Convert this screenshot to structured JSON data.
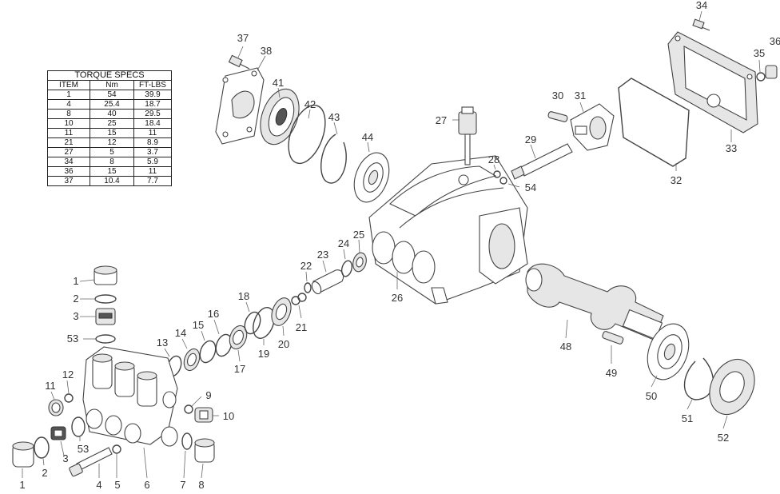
{
  "torque_table": {
    "title": "TORQUE SPECS",
    "headers": [
      "ITEM",
      "Nm",
      "FT-LBS"
    ],
    "rows": [
      [
        "1",
        "54",
        "39.9"
      ],
      [
        "4",
        "25.4",
        "18.7"
      ],
      [
        "8",
        "40",
        "29.5"
      ],
      [
        "10",
        "25",
        "18.4"
      ],
      [
        "11",
        "15",
        "11"
      ],
      [
        "21",
        "12",
        "8.9"
      ],
      [
        "27",
        "5",
        "3.7"
      ],
      [
        "34",
        "8",
        "5.9"
      ],
      [
        "36",
        "15",
        "11"
      ],
      [
        "37",
        "10.4",
        "7.7"
      ]
    ]
  },
  "labels": {
    "p1a": "1",
    "p2a": "2",
    "p3a": "3",
    "p53a": "53",
    "p11": "11",
    "p12": "12",
    "p53b": "53",
    "p3b": "3",
    "p1b": "1",
    "p2b": "2",
    "p4": "4",
    "p5": "5",
    "p6": "6",
    "p7": "7",
    "p8": "8",
    "p9": "9",
    "p10": "10",
    "p13": "13",
    "p14": "14",
    "p15": "15",
    "p16": "16",
    "p17": "17",
    "p18": "18",
    "p19": "19",
    "p20": "20",
    "p21": "21",
    "p22": "22",
    "p23": "23",
    "p24": "24",
    "p25": "25",
    "p26": "26",
    "p27": "27",
    "p28": "28",
    "p29": "29",
    "p30": "30",
    "p31": "31",
    "p32": "32",
    "p33": "33",
    "p34": "34",
    "p35": "35",
    "p36": "36",
    "p37": "37",
    "p38": "38",
    "p41": "41",
    "p42": "42",
    "p43": "43",
    "p44": "44",
    "p48": "48",
    "p49": "49",
    "p50": "50",
    "p51": "51",
    "p52": "52",
    "p54": "54"
  }
}
